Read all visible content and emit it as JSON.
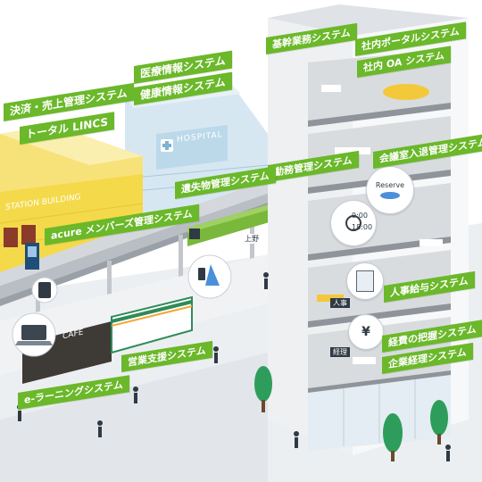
{
  "labels": {
    "settlement_sales": "決済・売上管理システム",
    "total_lincs": "トータル LINCS",
    "medical_info": "医療情報システム",
    "health_info": "健康情報システム",
    "core_business": "基幹業務システム",
    "intranet_portal": "社内ポータルシステム",
    "intranet_oa": "社内 OA システム",
    "meeting_room": "会議室入退管理システム",
    "attendance": "勤務管理システム",
    "lost_property": "遺失物管理システム",
    "acure_members": "acure メンバーズ管理システム",
    "hr_payroll": "人事給与システム",
    "expense": "経費の把握システム",
    "corporate_accounting": "企業経理システム",
    "sales_support": "営業支援システム",
    "e_learning": "e-ラーニングシステム"
  },
  "signs": {
    "station_building": "STATION BUILDING",
    "hospital": "HOSPITAL",
    "cafe": "CAFE",
    "reserve": "Reserve",
    "time_start": "9:00",
    "time_end": "18:00",
    "jinji": "人事",
    "keiri": "経理",
    "yen": "¥",
    "ueno": "上野"
  },
  "colors": {
    "label_green": "#6bb82a",
    "station_yellow": "#f4d94a",
    "hospital_blue": "#bcd9ea",
    "building_white": "#f2f3f5",
    "floor_gray": "#8f949b",
    "train_green": "#79b83b",
    "ground": "#e9ecef"
  },
  "icons": [
    "hospital-cross-icon",
    "laptop-icon",
    "card-reader-icon",
    "vending-machine-icon",
    "lost-items-icon",
    "clock-icon",
    "id-card-icon",
    "yen-coin-icon",
    "tree-icon",
    "person-icon",
    "train-icon"
  ]
}
